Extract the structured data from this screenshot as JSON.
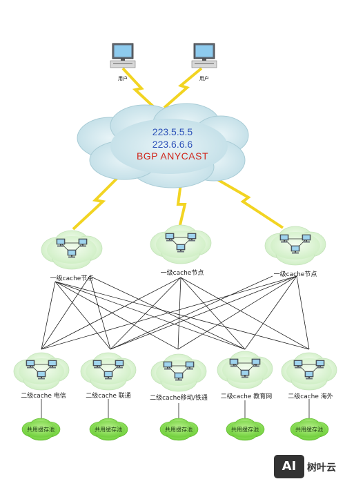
{
  "users": [
    {
      "label": "用户"
    },
    {
      "label": "用户"
    }
  ],
  "anycast": {
    "ip1": "223.5.5.5",
    "ip2": "223.6.6.6",
    "name": "BGP  ANYCAST"
  },
  "tier1": [
    {
      "label": "一级cache节点"
    },
    {
      "label": "一级cache节点"
    },
    {
      "label": "一级cache节点"
    }
  ],
  "tier2": [
    {
      "label": "二级cache 电信"
    },
    {
      "label": "二级cache 联通"
    },
    {
      "label": "二级cache移动/铁通"
    },
    {
      "label": "二级cache 教育网"
    },
    {
      "label": "二级cache 海外"
    }
  ],
  "pools": [
    {
      "label": "共用缓存池"
    },
    {
      "label": "共用缓存池"
    },
    {
      "label": "共用缓存池"
    },
    {
      "label": "共用缓存池"
    },
    {
      "label": "共用缓存池"
    }
  ],
  "logo": {
    "mark": "AI",
    "text": "树叶云"
  },
  "colors": {
    "main_cloud": "#c9e3ea",
    "node_cloud": "#ddf3d6",
    "pool": "#8ee05a",
    "lightning": "#f2d422",
    "ip_text": "#2b50b8",
    "bgp_text": "#d0261b"
  }
}
